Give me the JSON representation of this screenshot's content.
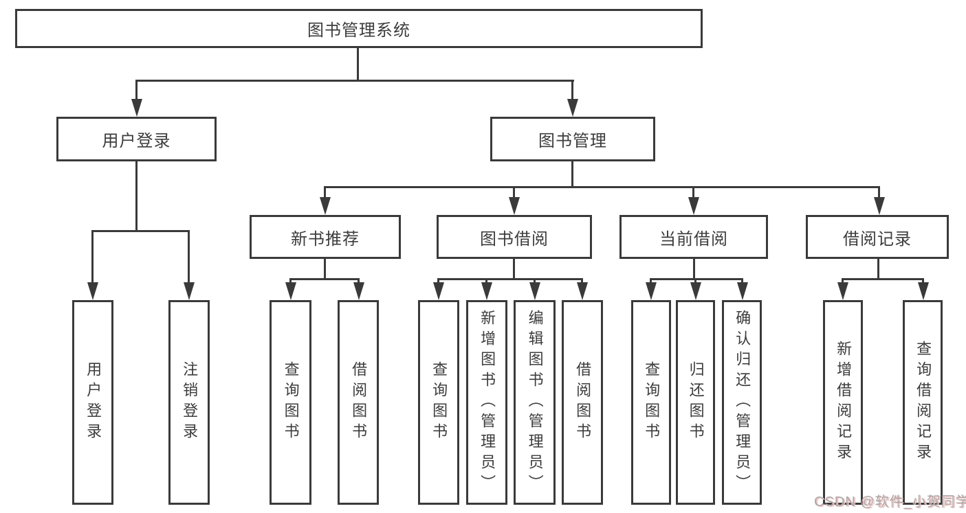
{
  "diagram": {
    "root": {
      "label": "图书管理系统"
    },
    "level2": [
      {
        "label": "用户登录"
      },
      {
        "label": "图书管理"
      }
    ],
    "level3": [
      {
        "label": "新书推荐"
      },
      {
        "label": "图书借阅"
      },
      {
        "label": "当前借阅"
      },
      {
        "label": "借阅记录"
      }
    ],
    "leaves": {
      "user_login": [
        "用户登录",
        "注销登录"
      ],
      "new_book_recommend": [
        "查询图书",
        "借阅图书"
      ],
      "book_borrow": [
        "查询图书",
        "新增图书（管理员）",
        "编辑图书（管理员）",
        "借阅图书"
      ],
      "current_borrow": [
        "查询图书",
        "归还图书",
        "确认归还（管理员）"
      ],
      "borrow_records": [
        "新增借阅记录",
        "查询借阅记录"
      ]
    },
    "colors": {
      "line": "#3a3a3a",
      "box_border": "#3a3a3a",
      "node_text": "#3c3c3c",
      "background": "#ffffff",
      "watermark_text": "#a9a9a9",
      "watermark_shadow": "#f3bcbc"
    }
  },
  "watermark": {
    "text": "CSDN @软件_小贺同学"
  }
}
